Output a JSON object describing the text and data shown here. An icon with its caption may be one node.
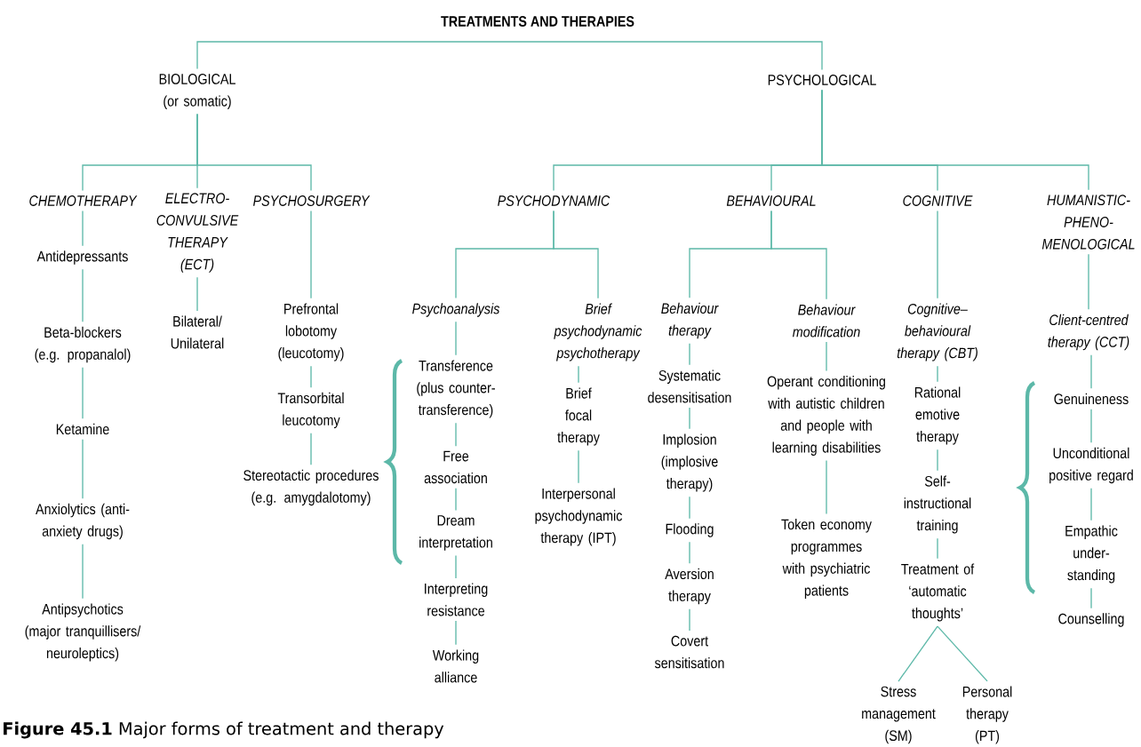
{
  "diagram": {
    "title": "TREATMENTS AND THERAPIES",
    "caption": "**Figure 45.1** Major forms of treatment and therapy",
    "nodes": [
      {
        "text": [
          "BIOLOGICAL (or somatic)"
        ]
      },
      {
        "text": [
          "PSYCHOLOGICAL"
        ]
      },
      {
        "text": [
          "CHEMOTHERAPY"
        ]
      },
      {
        "text": [
          "ELECTRO-CONVULSIVE THERAPY (ECT)"
        ]
      },
      {
        "text": [
          "PSYCHOSURGERY"
        ]
      },
      {
        "text": [
          "PSYCHODYNAMIC"
        ]
      },
      {
        "text": [
          "BEHAVIOURAL"
        ]
      },
      {
        "text": [
          "COGNITIVE"
        ]
      },
      {
        "text": [
          "HUMANISTIC-PHENO-MENOLOGICAL"
        ]
      },
      {
        "text": [
          "Antidepressants"
        ]
      },
      {
        "text": [
          "Beta-blockers (e.g. propanalol)"
        ]
      },
      {
        "text": [
          "Ketamine"
        ]
      },
      {
        "text": [
          "Anxiolytics (anti-anxiety drugs)"
        ]
      },
      {
        "text": [
          "Antipsychotics (major tranquillisers/ neuroleptics)"
        ]
      },
      {
        "text": [
          "Bilateral/ Unilateral"
        ]
      },
      {
        "text": [
          "Prefrontal lobotomy (leucotomy)"
        ]
      },
      {
        "text": [
          "Transorbital leucotomy"
        ]
      },
      {
        "text": [
          "Stereotactic procedures (e.g. amygdalotomy)"
        ]
      },
      {
        "text": [
          "Psychoanalysis"
        ]
      },
      {
        "text": [
          "Brief psychodynamic psychotherapy"
        ]
      },
      {
        "text": [
          "Transference (plus counter-transference)"
        ]
      },
      {
        "text": [
          "Free association"
        ]
      },
      {
        "text": [
          "Dream interpretation"
        ]
      },
      {
        "text": [
          "Interpreting resistance"
        ]
      },
      {
        "text": [
          "Working alliance"
        ]
      },
      {
        "text": [
          "Brief focal therapy"
        ]
      },
      {
        "text": [
          "Interpersonal psychodynamic therapy (IPT)"
        ]
      },
      {
        "text": [
          "Behaviour therapy"
        ]
      },
      {
        "text": [
          "Behaviour modification"
        ]
      },
      {
        "text": [
          "Systematic desensitisation"
        ]
      },
      {
        "text": [
          "Implosion (implosive therapy)"
        ]
      },
      {
        "text": [
          "Flooding"
        ]
      },
      {
        "text": [
          "Aversion therapy"
        ]
      },
      {
        "text": [
          "Covert sensitisation"
        ]
      },
      {
        "text": [
          "Operant conditioning with autistic children and people with learning disabilities"
        ]
      },
      {
        "text": [
          "Token economy programmes with psychiatric patients"
        ]
      },
      {
        "text": [
          "Cognitive–behavioural therapy (CBT)"
        ]
      },
      {
        "text": [
          "Rational emotive therapy"
        ]
      },
      {
        "text": [
          "Self-instructional training"
        ]
      },
      {
        "text": [
          "Treatment of ‘automatic thoughts’"
        ]
      },
      {
        "text": [
          "Stress management (SM)"
        ]
      },
      {
        "text": [
          "Personal therapy (PT)"
        ]
      },
      {
        "text": [
          "Client-centred therapy (CCT)"
        ]
      },
      {
        "text": [
          "Genuineness"
        ]
      },
      {
        "text": [
          "Unconditional positive regard"
        ]
      },
      {
        "text": [
          "Empathic under-standing"
        ]
      },
      {
        "text": [
          "Counselling"
        ]
      }
    ],
    "edges": [
      {
        "from": 0,
        "to": 1,
        "arrow": "none"
      },
      {
        "from": 0,
        "to": 2,
        "arrow": "none"
      },
      {
        "from": 0,
        "to": 3,
        "arrow": "none"
      },
      {
        "from": 0,
        "to": 4,
        "arrow": "none"
      },
      {
        "from": 1,
        "to": 5,
        "arrow": "none"
      },
      {
        "from": 1,
        "to": 6,
        "arrow": "none"
      },
      {
        "from": 1,
        "to": 7,
        "arrow": "none"
      },
      {
        "from": 1,
        "to": 8,
        "arrow": "none"
      },
      {
        "from": 2,
        "to": 9,
        "arrow": "none"
      },
      {
        "from": 9,
        "to": 10,
        "arrow": "none"
      },
      {
        "from": 10,
        "to": 11,
        "arrow": "none"
      },
      {
        "from": 11,
        "to": 12,
        "arrow": "none"
      },
      {
        "from": 12,
        "to": 13,
        "arrow": "none"
      },
      {
        "from": 3,
        "to": 14,
        "arrow": "none"
      },
      {
        "from": 4,
        "to": 15,
        "arrow": "none"
      },
      {
        "from": 15,
        "to": 16,
        "arrow": "none"
      },
      {
        "from": 16,
        "to": 17,
        "arrow": "none"
      },
      {
        "from": 5,
        "to": 18,
        "arrow": "none"
      },
      {
        "from": 5,
        "to": 19,
        "arrow": "none"
      },
      {
        "from": 18,
        "to": 20,
        "arrow": "none"
      },
      {
        "from": 20,
        "to": 21,
        "arrow": "none"
      },
      {
        "from": 21,
        "to": 22,
        "arrow": "none"
      },
      {
        "from": 22,
        "to": 23,
        "arrow": "none"
      },
      {
        "from": 23,
        "to": 24,
        "arrow": "none"
      },
      {
        "from": 19,
        "to": 25,
        "arrow": "none"
      },
      {
        "from": 25,
        "to": 26,
        "arrow": "none"
      },
      {
        "from": 6,
        "to": 27,
        "arrow": "none"
      },
      {
        "from": 6,
        "to": 28,
        "arrow": "none"
      },
      {
        "from": 27,
        "to": 29,
        "arrow": "none"
      },
      {
        "from": 29,
        "to": 30,
        "arrow": "none"
      },
      {
        "from": 30,
        "to": 31,
        "arrow": "none"
      },
      {
        "from": 31,
        "to": 32,
        "arrow": "none"
      },
      {
        "from": 32,
        "to": 33,
        "arrow": "none"
      },
      {
        "from": 28,
        "to": 34,
        "arrow": "none"
      },
      {
        "from": 34,
        "to": 35,
        "arrow": "none"
      },
      {
        "from": 7,
        "to": 36,
        "arrow": "none"
      },
      {
        "from": 36,
        "to": 37,
        "arrow": "none"
      },
      {
        "from": 37,
        "to": 38,
        "arrow": "none"
      },
      {
        "from": 38,
        "to": 39,
        "arrow": "none"
      },
      {
        "from": 39,
        "to": 40,
        "arrow": "none"
      },
      {
        "from": 39,
        "to": 41,
        "arrow": "none"
      },
      {
        "from": 8,
        "to": 42,
        "arrow": "none"
      },
      {
        "from": 42,
        "to": 43,
        "arrow": "none"
      },
      {
        "from": 43,
        "to": 44,
        "arrow": "none"
      },
      {
        "from": 44,
        "to": 45,
        "arrow": "none"
      },
      {
        "from": 45,
        "to": 46,
        "arrow": "none"
      }
    ]
  }
}
